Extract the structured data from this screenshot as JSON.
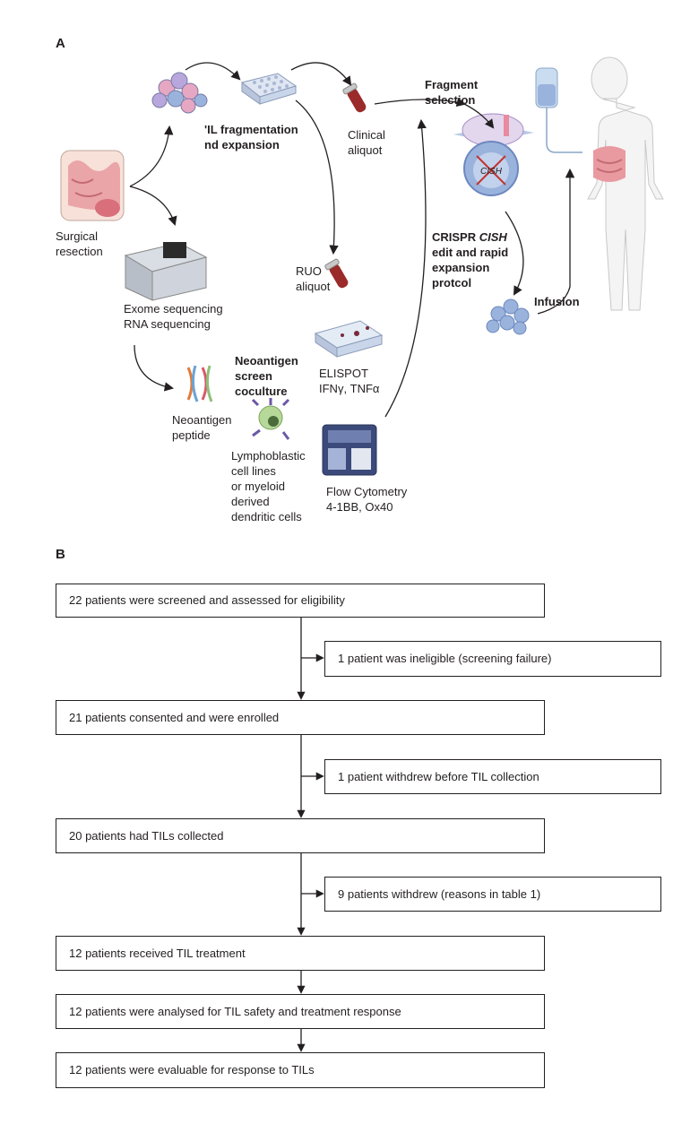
{
  "panel_a": {
    "label": "A",
    "surgical_resection": "Surgical\nresection",
    "til_fragmentation": "'IL  fragmentation\n nd expansion",
    "clinical_aliquot": "Clinical\naliquot",
    "fragment_selection": "Fragment\nselection",
    "ruo_aliquot": "RUO\naliquot",
    "exome_rna": "Exome sequencing\nRNA sequencing",
    "neoantigen_screen": "Neoantigen\nscreen\ncoculture",
    "elispot": "ELISPOT\nIFNγ, TNFα",
    "neoantigen_peptide": "Neoantigen\npeptide",
    "lymphoblastic": "Lymphoblastic\ncell lines\nor myeloid\nderived\ndendritic cells",
    "flow_cytometry": "Flow Cytometry\n4-1BB, Ox40",
    "crispr_prefix": "CRISPR ",
    "crispr_gene": "CISH",
    "crispr_rest": "edit and rapid\nexpansion\nprotcol",
    "infusion": "Infusion",
    "cish_icon_label": "CISH"
  },
  "panel_b": {
    "label": "B",
    "main_boxes": [
      "22 patients were screened and assessed for eligibility",
      "21 patients consented and were enrolled",
      "20 patients had TILs collected",
      "12 patients received TIL treatment",
      "12 patients were analysed for TIL safety and treatment response",
      "12 patients were evaluable for response to TILs"
    ],
    "side_boxes": [
      "1 patient was ineligible (screening failure)",
      "1 patient withdrew before TIL collection",
      "9 patients withdrew (reasons in table 1)"
    ]
  },
  "colors": {
    "line": "#231f20",
    "tissue": "#e89aa0",
    "cells": "#9ab3dc",
    "plate": "#c9d6ea",
    "tube_red": "#9b2a2a",
    "machine": "#3b4a7a",
    "body": "#f4f4f4"
  }
}
